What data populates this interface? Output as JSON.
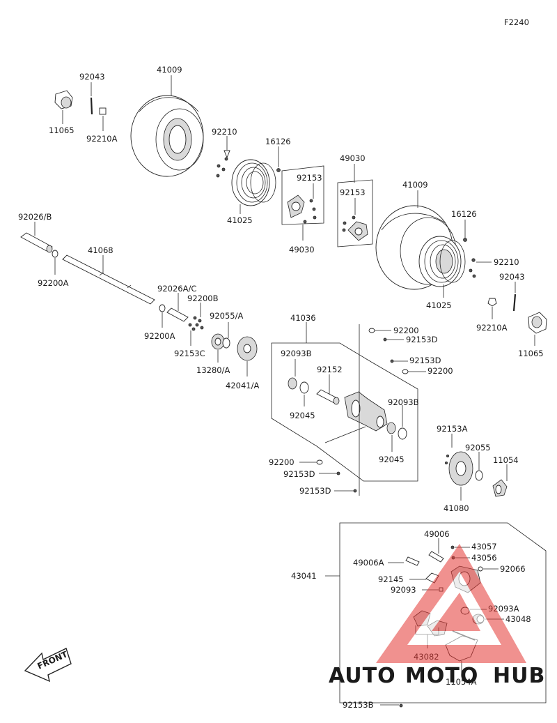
{
  "figure_code": "F2240",
  "direction_marker": "FRONT",
  "watermark": {
    "part1": "AUTO",
    "part2": "MOTO",
    "part3": "HUB",
    "color_accent": "#f0a530",
    "color_dark": "#7a7a7a",
    "color_triangle": "#e53935"
  },
  "labels": {
    "l41009a": "41009",
    "l92043a": "92043",
    "l11065a": "11065",
    "l92210Aa": "92210A",
    "l92210a": "92210",
    "l16126a": "16126",
    "l41025a": "41025",
    "l92153a": "92153",
    "l49030a": "49030",
    "l49030b": "49030",
    "l92153b": "92153",
    "l41009b": "41009",
    "l16126b": "16126",
    "l92210b": "92210",
    "l92043b": "92043",
    "l41025b": "41025",
    "l92210Ab": "92210A",
    "l11065b": "11065",
    "l92026B": "92026/B",
    "l41068": "41068",
    "l92200Aa": "92200A",
    "l92026AC": "92026A/C",
    "l92200B": "92200B",
    "l92200Ab": "92200A",
    "l92055A": "92055/A",
    "l92153C": "92153C",
    "l13280A": "13280/A",
    "l42041A": "42041/A",
    "l41036": "41036",
    "l92200a": "92200",
    "l92153Da": "92153D",
    "l92153Db": "92153D",
    "l92200b": "92200",
    "l92093Ba": "92093B",
    "l92152": "92152",
    "l92093Bb": "92093B",
    "l92045a": "92045",
    "l92045b": "92045",
    "l92153A": "92153A",
    "l92055": "92055",
    "l11054": "11054",
    "l92200c": "92200",
    "l92153Dc": "92153D",
    "l92153Dd": "92153D",
    "l41080": "41080",
    "l49006": "49006",
    "l43057": "43057",
    "l49006A": "49006A",
    "l43056": "43056",
    "l43041": "43041",
    "l92145": "92145",
    "l92066": "92066",
    "l92093": "92093",
    "l92093A": "92093A",
    "l43048": "43048",
    "l43082": "43082",
    "l11054A": "11054A",
    "l92153B": "92153B"
  }
}
